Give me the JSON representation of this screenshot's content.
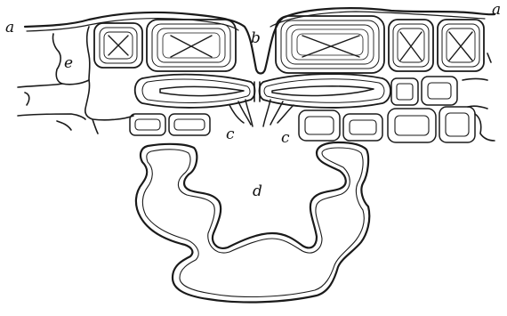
{
  "figure": {
    "labels": {
      "a_left": "a",
      "a_right": "a",
      "b": "b",
      "c_left": "c",
      "c_right": "c",
      "d": "d",
      "e": "e"
    },
    "style": {
      "ink": "#1a1a1a",
      "paper": "#ffffff"
    }
  }
}
